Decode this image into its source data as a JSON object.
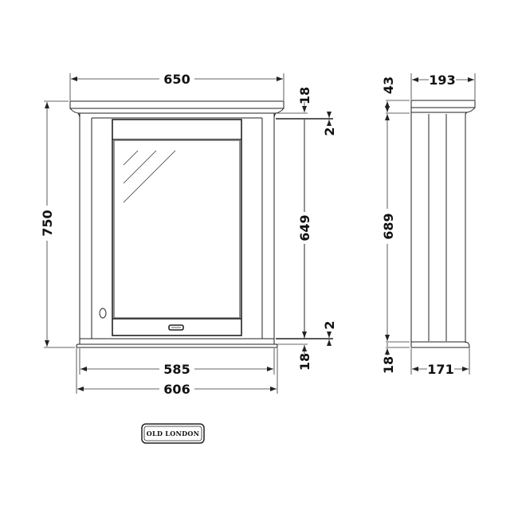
{
  "drawing": {
    "subject": "Mirror cabinet technical dimension drawing",
    "front_view": {
      "overall_width": "650",
      "overall_height": "750",
      "inner_height": "649",
      "cornice_height": "18",
      "top_gap": "2",
      "bottom_gap": "2",
      "plinth_height": "18",
      "body_width": "585",
      "plinth_width": "606"
    },
    "side_view": {
      "top_depth": "193",
      "cornice_height": "43",
      "body_height": "689",
      "plinth_height": "18",
      "bottom_depth": "171"
    },
    "logo": {
      "text": "Old London"
    },
    "colors": {
      "line": "#222222",
      "mirror_frame": "#777777",
      "background": "#ffffff"
    }
  }
}
